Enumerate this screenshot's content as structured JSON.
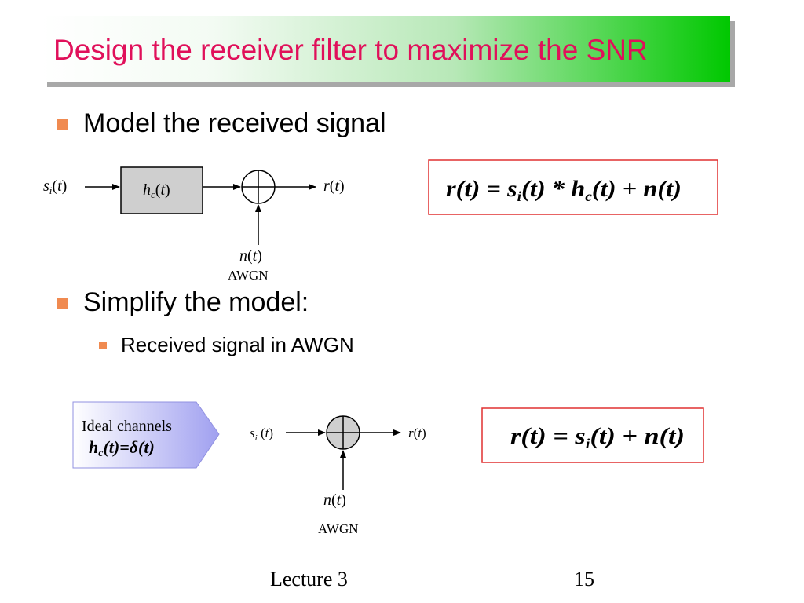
{
  "title": "Design the receiver filter to maximize the SNR",
  "bullets": {
    "model": "Model the received signal",
    "simplify": "Simplify the model:",
    "awgn_sub": "Received signal in AWGN"
  },
  "diagram1": {
    "input": "s_i(t)",
    "filter": "h_c(t)",
    "output": "r(t)",
    "noise": "n(t)",
    "noise_label": "AWGN",
    "equation": "r(t) = s_i(t) * h_c(t) + n(t)"
  },
  "diagram2": {
    "callout_line1": "Ideal channels",
    "callout_line2": "h_c(t) = δ(t)",
    "input": "s_i(t)",
    "output": "r(t)",
    "noise": "n(t)",
    "noise_label": "AWGN",
    "equation": "r(t) = s_i(t) + n(t)"
  },
  "footer": {
    "lecture": "Lecture 3",
    "page": "15"
  },
  "colors": {
    "title_text": "#e0105a",
    "title_gradient_end": "#00c800",
    "bullet": "#f08a50",
    "equation_border": "#e03030",
    "callout_fill": "#a0a0f0"
  }
}
